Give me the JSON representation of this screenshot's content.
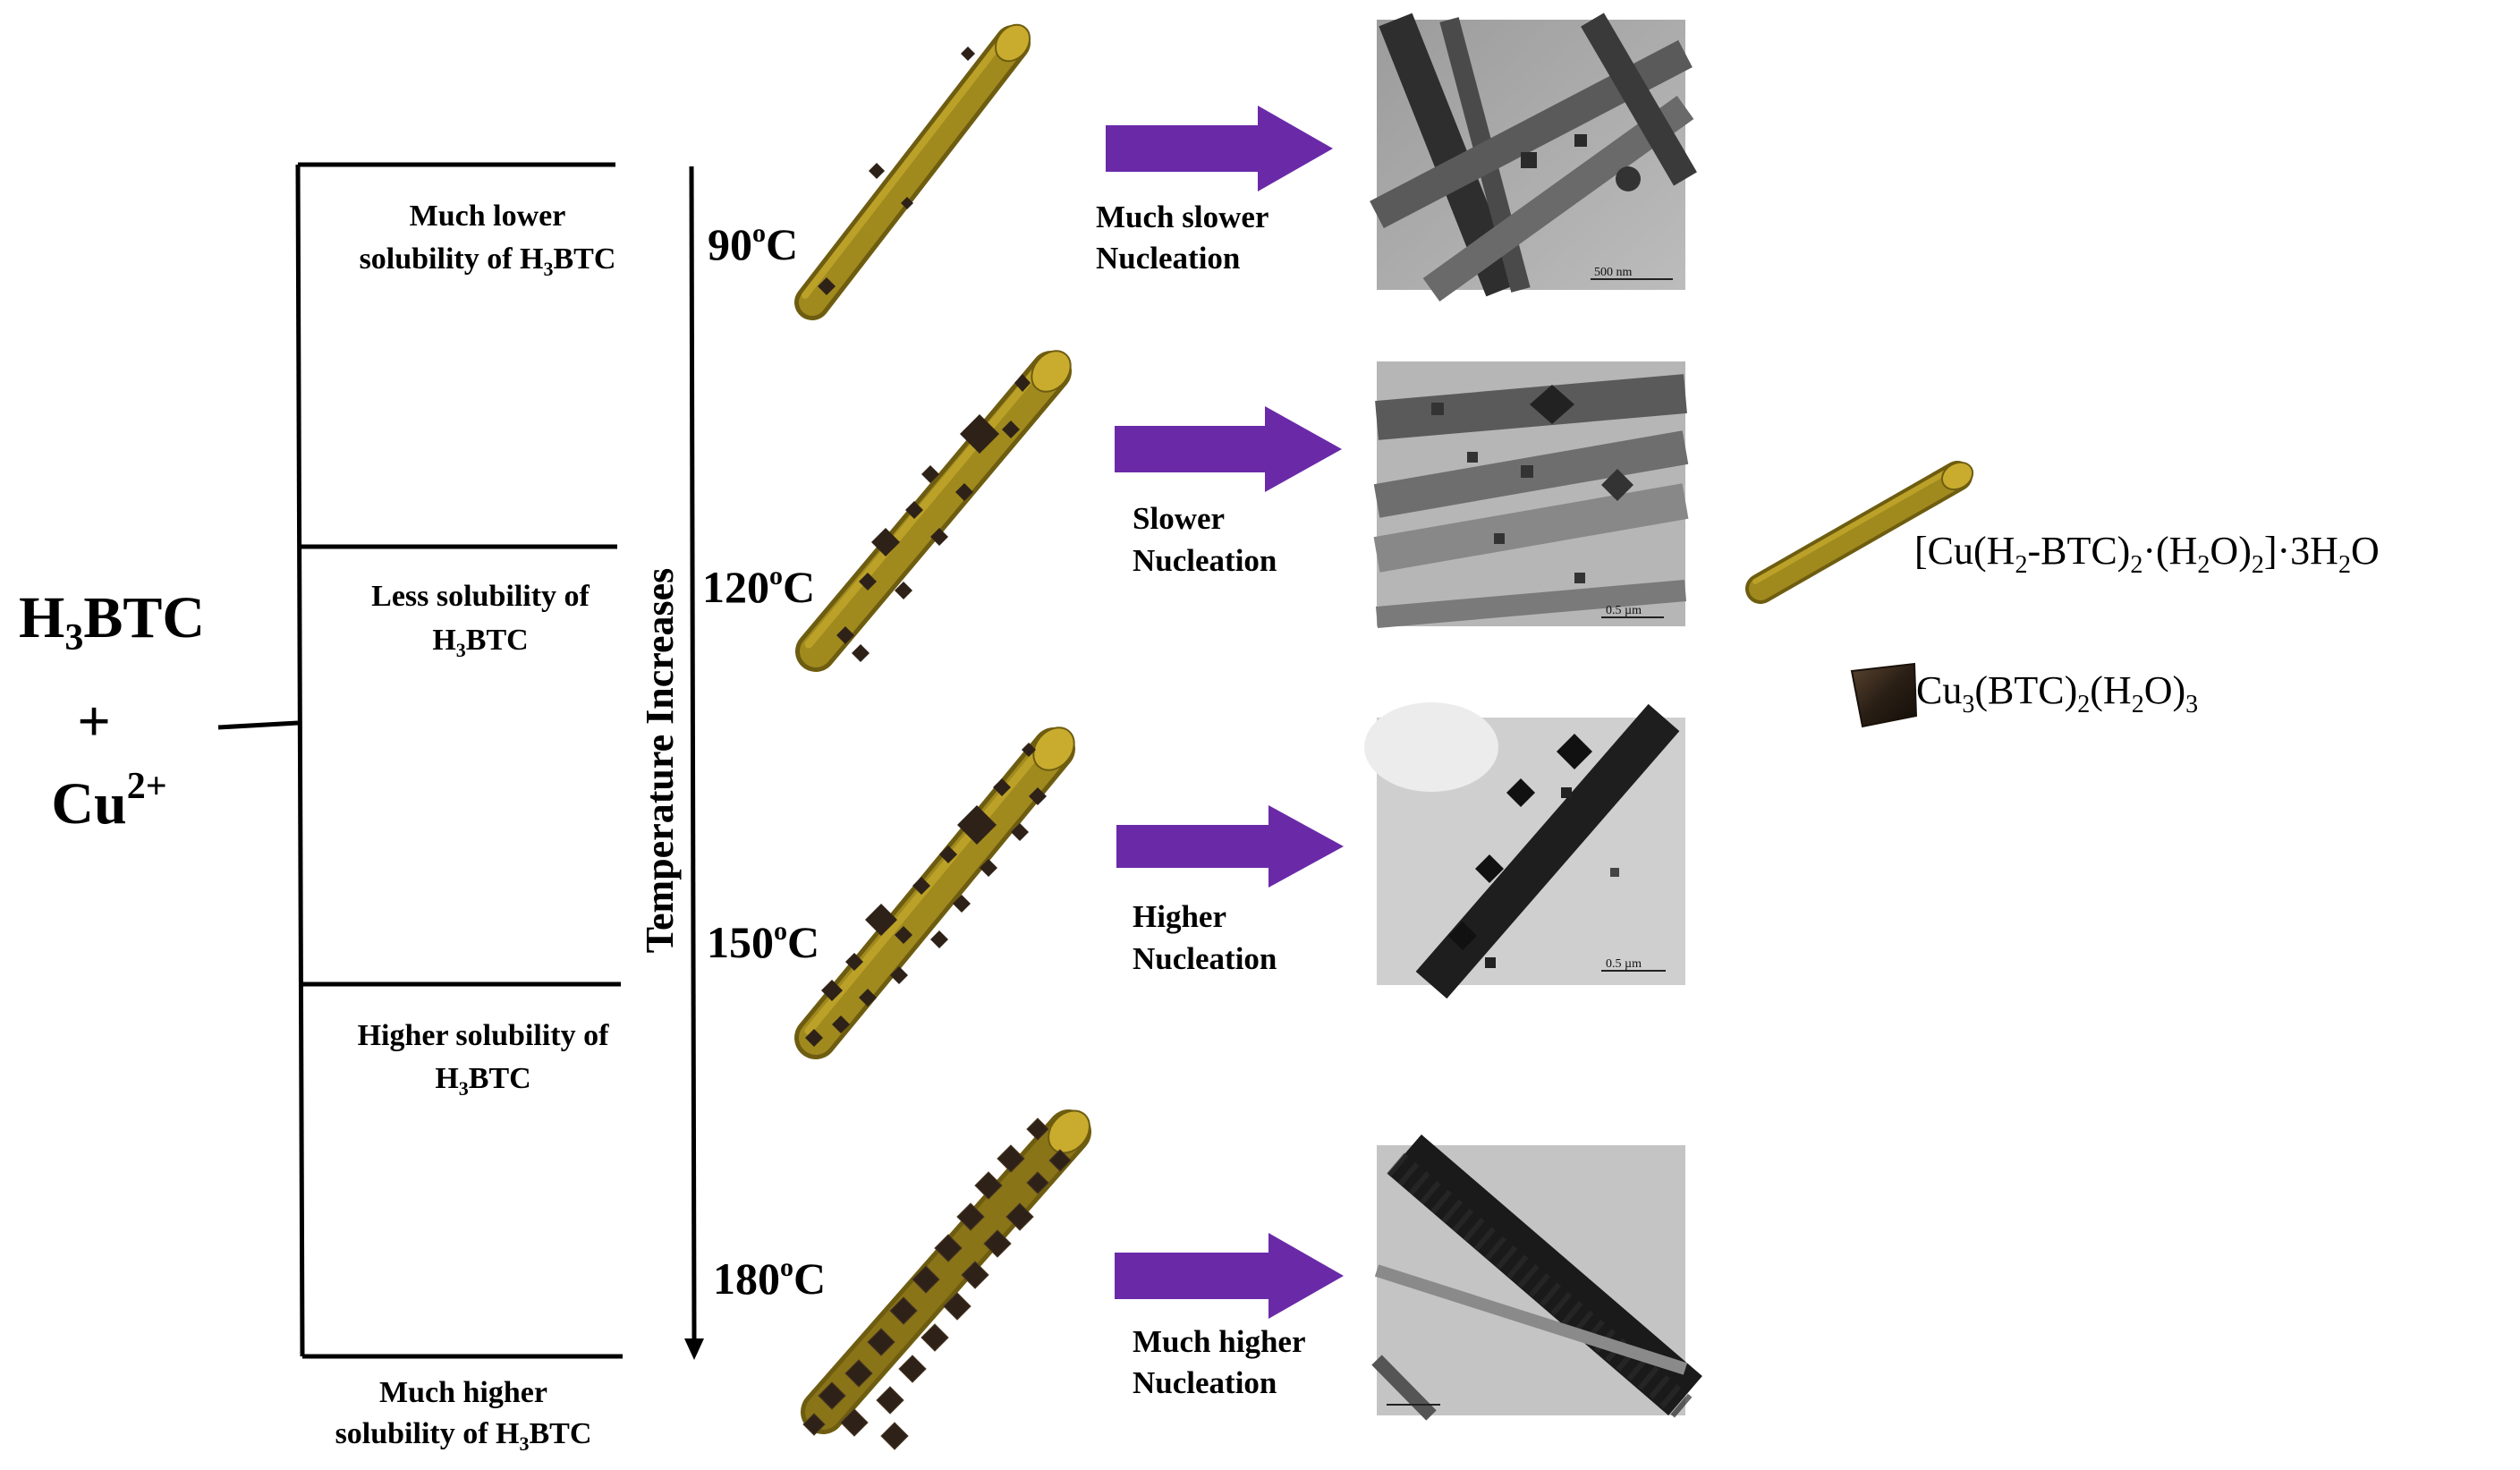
{
  "reactants": {
    "h3btc": [
      "H",
      "3",
      "BTC"
    ],
    "plus": "+",
    "cu2": [
      "Cu",
      "2+"
    ]
  },
  "solubility_labels": [
    {
      "line1": [
        "Much lower"
      ],
      "line2": [
        "solubility of H",
        "3",
        "BTC"
      ]
    },
    {
      "line1": [
        "Less solubility of"
      ],
      "line2": [
        "H",
        "3",
        "BTC"
      ]
    },
    {
      "line1": [
        "Higher solubility of"
      ],
      "line2": [
        "H",
        "3",
        "BTC"
      ]
    },
    {
      "line1": [
        "Much higher"
      ],
      "line2": [
        "solubility of H",
        "3",
        "BTC"
      ]
    }
  ],
  "temperature_axis_label": "Temperature Increases",
  "temperatures": [
    [
      "90",
      "o",
      "C"
    ],
    [
      "120",
      "o",
      "C"
    ],
    [
      "150",
      "o",
      "C"
    ],
    [
      "180",
      "o",
      "C"
    ]
  ],
  "nucleation_labels": [
    {
      "line1": "Much slower",
      "line2": "Nucleation"
    },
    {
      "line1": "Slower",
      "line2": "Nucleation"
    },
    {
      "line1": "Higher",
      "line2": "Nucleation"
    },
    {
      "line1": "Much higher",
      "line2": "Nucleation"
    }
  ],
  "tem_scale_labels": [
    "500 nm",
    "0.5 µm",
    "0.5 µm",
    ""
  ],
  "legend": {
    "rod_formula": [
      "[Cu(H",
      "2",
      "-BTC)",
      "2",
      "·(H",
      "2",
      "O)",
      "2",
      "]·3H",
      "2",
      "O"
    ],
    "crystal_formula": [
      "Cu",
      "3",
      "(BTC)",
      "2",
      "(H",
      "2",
      "O)",
      "3"
    ]
  },
  "colors": {
    "rod": "#a08a1e",
    "rod_dark": "#6e5d10",
    "rod_light": "#c9ac2e",
    "crystal": "#2e2218",
    "arrow": "#6a2aa8",
    "line": "#000000"
  }
}
